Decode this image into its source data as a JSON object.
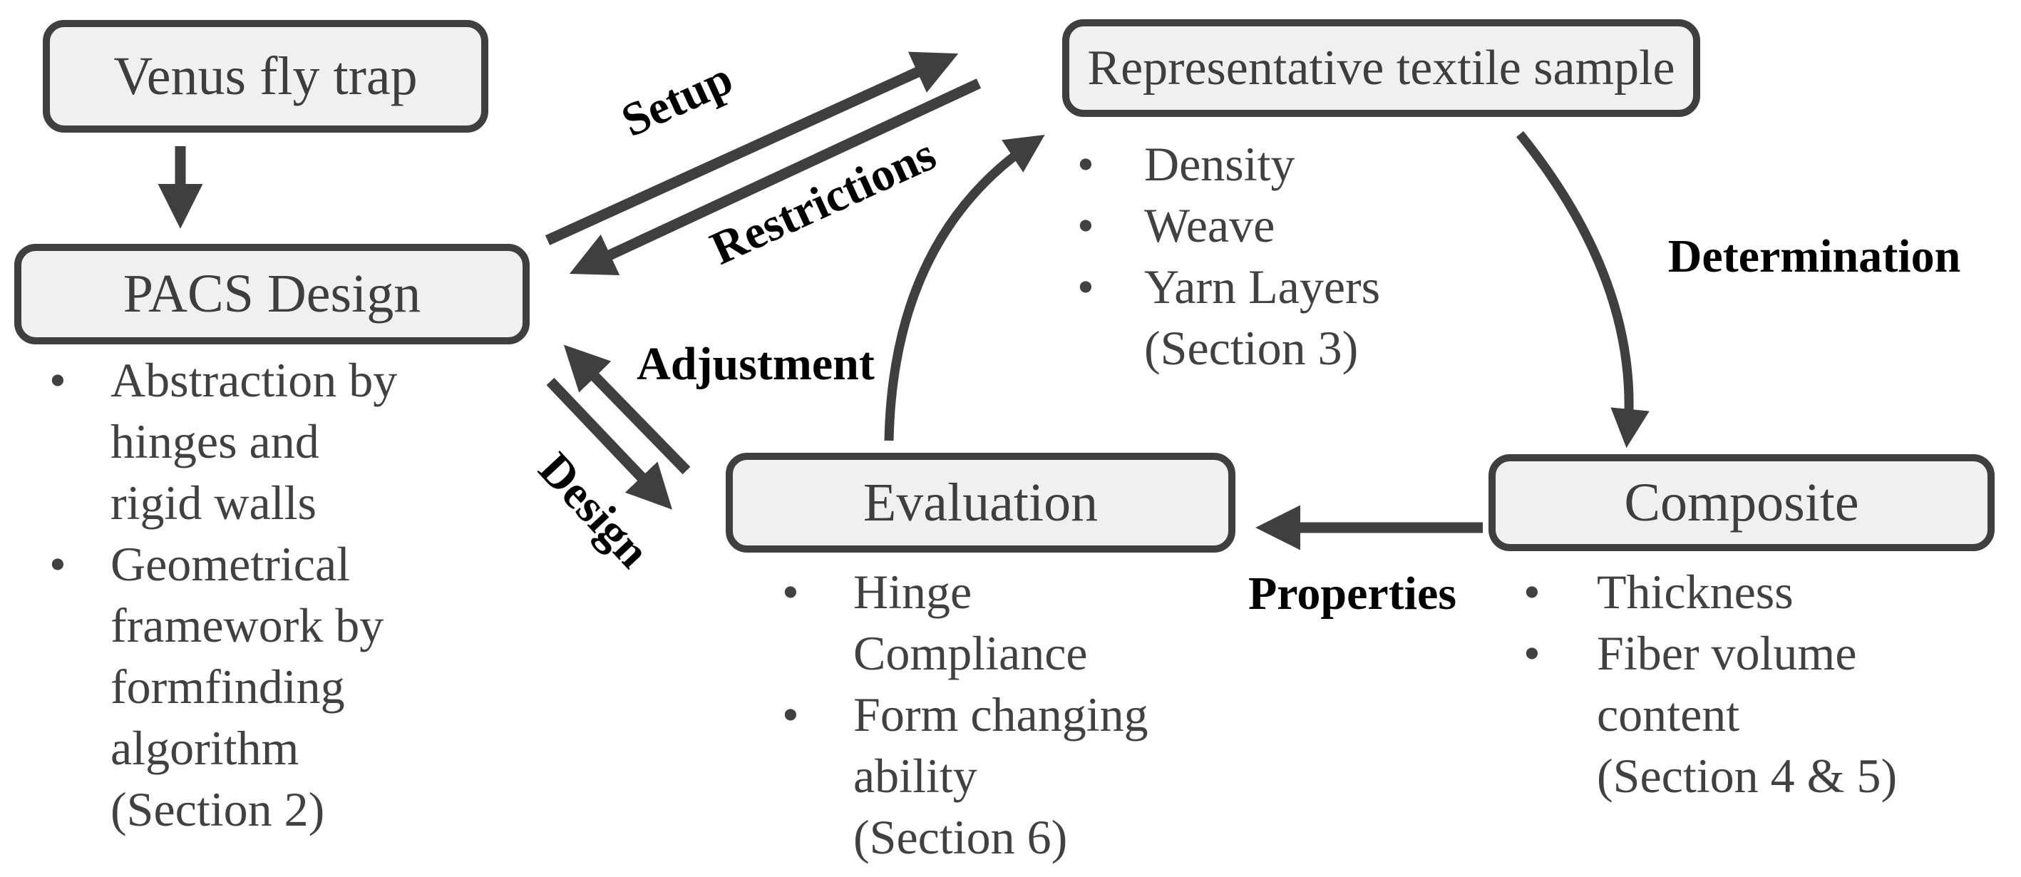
{
  "glyphs": {
    "bullet": "•"
  },
  "colors": {
    "arrow": "#3f3f3f",
    "box_border": "#3f3f3f",
    "box_fill": "#f1f0f0",
    "box_text": "#3e3e3e",
    "label_text": "#000000",
    "background": "#ffffff"
  },
  "boxes": {
    "venus": {
      "title": "Venus fly trap"
    },
    "pacs": {
      "title": "PACS Design",
      "bullets": [
        "Abstraction by\nhinges and\nrigid walls",
        "Geometrical\nframework by\nformfinding\nalgorithm\n(Section 2)"
      ]
    },
    "textile": {
      "title": "Representative textile sample",
      "bullets": [
        "Density",
        "Weave",
        "Yarn Layers\n(Section 3)"
      ]
    },
    "evaluation": {
      "title": "Evaluation",
      "bullets": [
        "Hinge\nCompliance",
        "Form changing\nability\n(Section 6)"
      ]
    },
    "composite": {
      "title": "Composite",
      "bullets": [
        "Thickness",
        "Fiber volume\ncontent\n(Section 4 & 5)"
      ]
    }
  },
  "arrow_labels": {
    "setup": "Setup",
    "restrictions": "Restrictions",
    "adjustment": "Adjustment",
    "design": "Design",
    "determination": "Determination",
    "properties": "Properties"
  }
}
